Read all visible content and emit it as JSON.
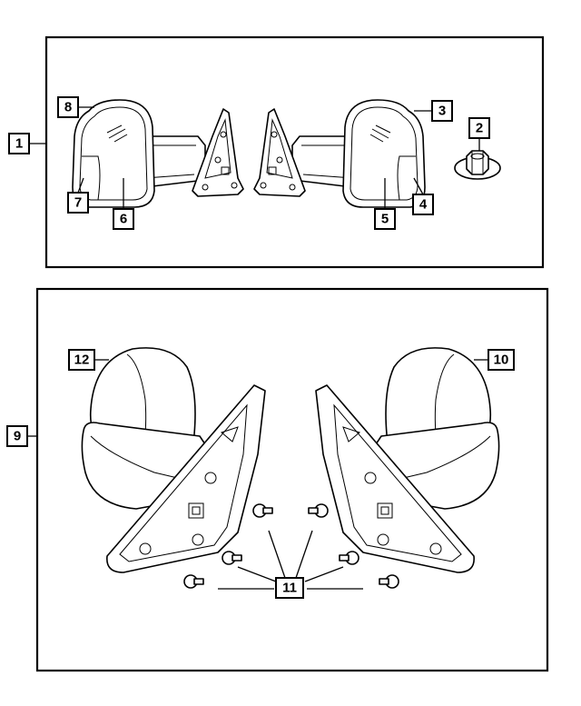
{
  "callouts": {
    "c1": "1",
    "c2": "2",
    "c3": "3",
    "c4": "4",
    "c5": "5",
    "c6": "6",
    "c7": "7",
    "c8": "8",
    "c9": "9",
    "c10": "10",
    "c11": "11",
    "c12": "12"
  },
  "icons": {
    "upper_panel": [
      "left-mirror-assembly-icon",
      "right-mirror-assembly-icon",
      "hex-nut-icon"
    ],
    "lower_panel": [
      "left-mirror-housing-icon",
      "right-mirror-housing-icon",
      "bolt-icon"
    ]
  }
}
